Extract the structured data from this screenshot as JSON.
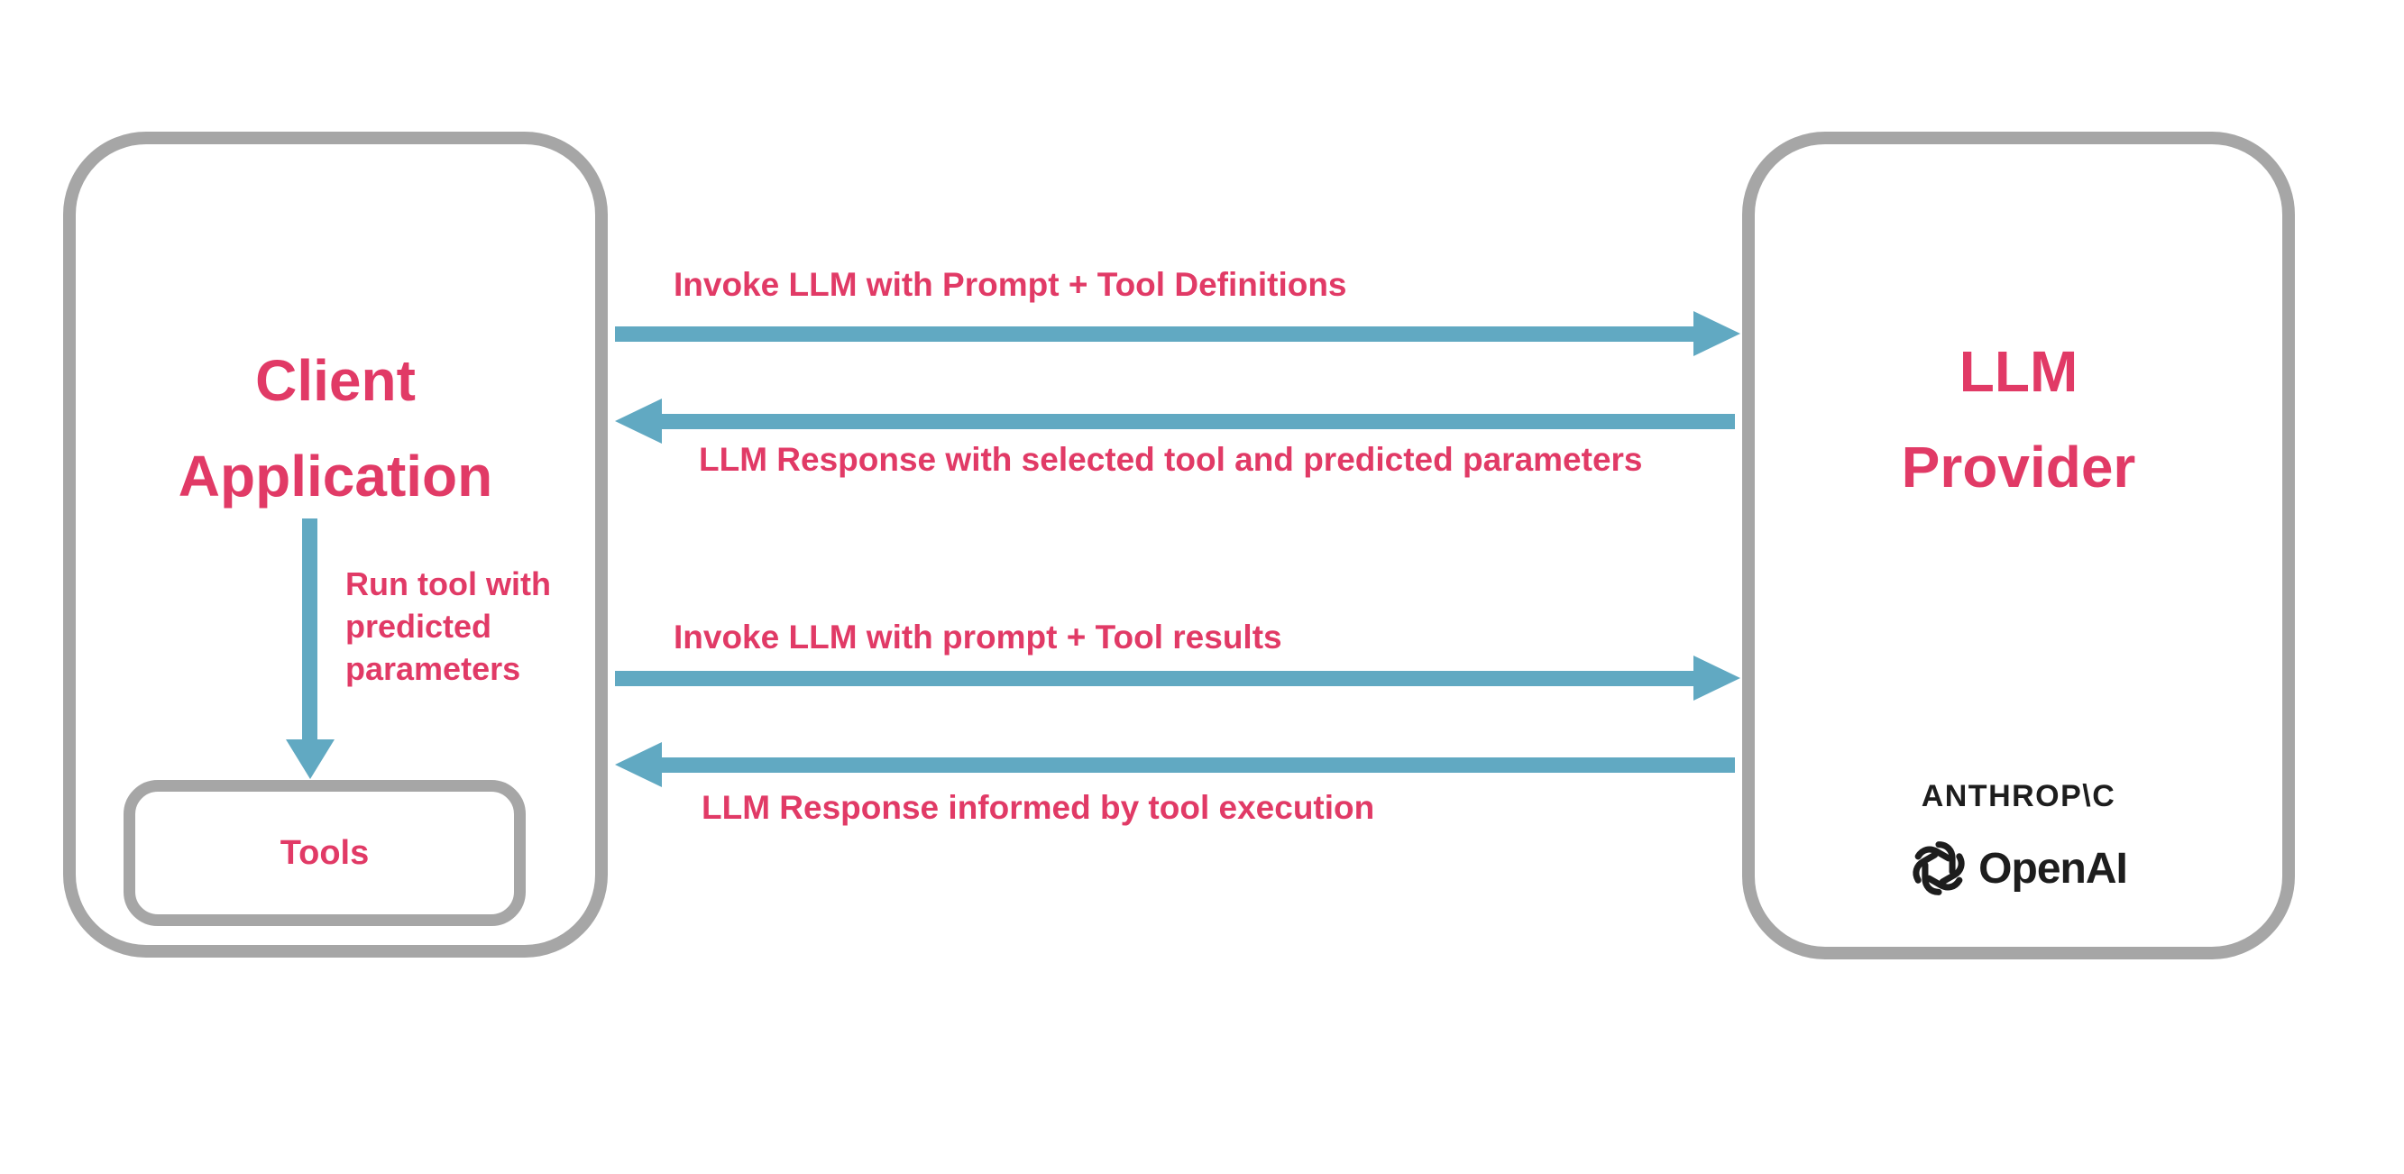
{
  "diagram": {
    "client": {
      "title": "Client Application",
      "tools_label": "Tools",
      "internal_arrow_label": "Run tool with predicted parameters"
    },
    "provider": {
      "title": "LLM Provider",
      "logos": {
        "anthropic": "ANTHROP\\C",
        "openai": "OpenAI"
      }
    },
    "flows": [
      {
        "direction": "right",
        "label": "Invoke LLM with Prompt + Tool Definitions"
      },
      {
        "direction": "left",
        "label": "LLM Response with selected tool and predicted parameters"
      },
      {
        "direction": "right",
        "label": "Invoke LLM with prompt + Tool results"
      },
      {
        "direction": "left",
        "label": "LLM Response informed by tool execution"
      }
    ],
    "colors": {
      "accent_pink": "#e13a66",
      "arrow_teal": "#61a9c2",
      "border_gray": "#a6a6a6",
      "logo_ink": "#1d1d1d"
    }
  }
}
